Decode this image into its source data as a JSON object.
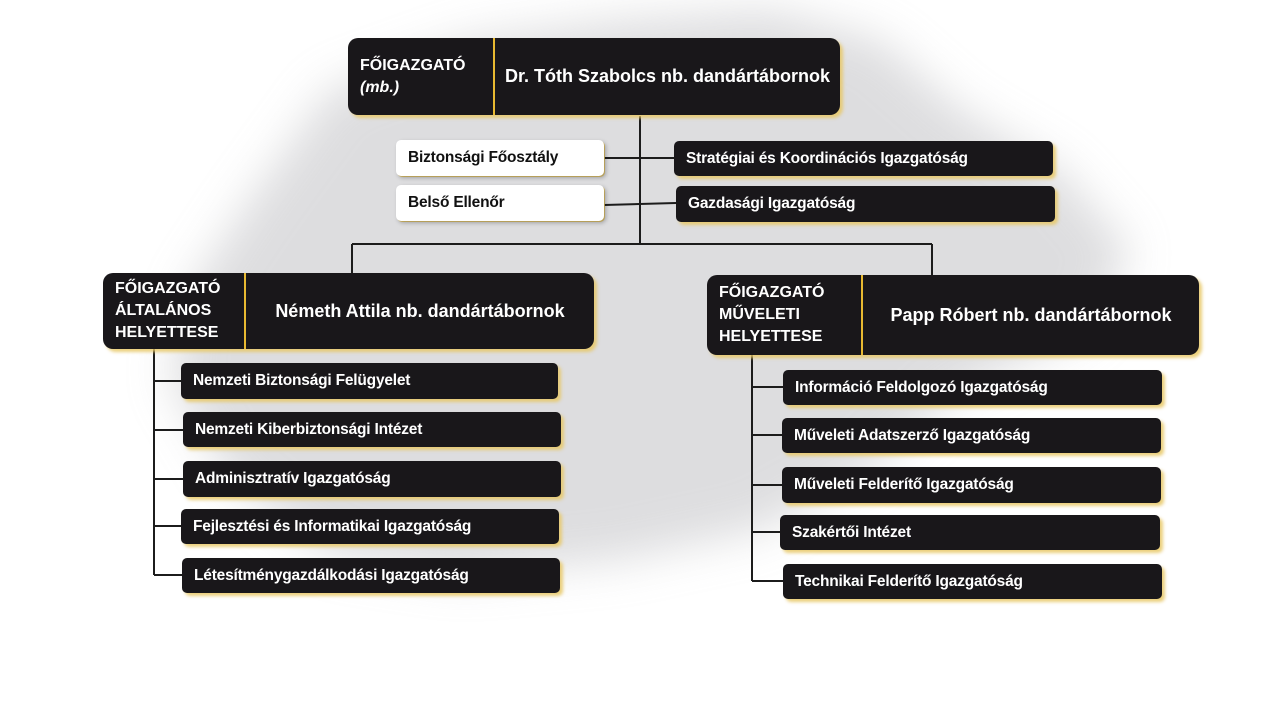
{
  "colors": {
    "box_dark": "#19171a",
    "accent_gold": "#e8b931",
    "text_light": "#ffffff"
  },
  "director": {
    "title": "FŐIGAZGATÓ",
    "subtitle": "(mb.)",
    "name": "Dr. Tóth Szabolcs nb. dandártábornok"
  },
  "staff_left": [
    "Biztonsági Főosztály",
    "Belső Ellenőr"
  ],
  "staff_right": [
    "Stratégiai és Koordinációs Igazgatóság",
    "Gazdasági Igazgatóság"
  ],
  "general_deputy": {
    "title_lines": [
      "FŐIGAZGATÓ",
      "ÁLTALÁNOS",
      "HELYETTESE"
    ],
    "name": "Németh Attila nb. dandártábornok",
    "units": [
      "Nemzeti Biztonsági Felügyelet",
      "Nemzeti Kiberbiztonsági Intézet",
      "Adminisztratív Igazgatóság",
      "Fejlesztési és Informatikai Igazgatóság",
      "Létesítménygazdálkodási Igazgatóság"
    ]
  },
  "operational_deputy": {
    "title_lines": [
      "FŐIGAZGATÓ",
      "MŰVELETI",
      "HELYETTESE"
    ],
    "name": "Papp Róbert nb. dandártábornok",
    "units": [
      "Információ Feldolgozó Igazgatóság",
      "Műveleti Adatszerző Igazgatóság",
      "Műveleti Felderítő Igazgatóság",
      "Szakértői Intézet",
      "Technikai Felderítő Igazgatóság"
    ]
  }
}
